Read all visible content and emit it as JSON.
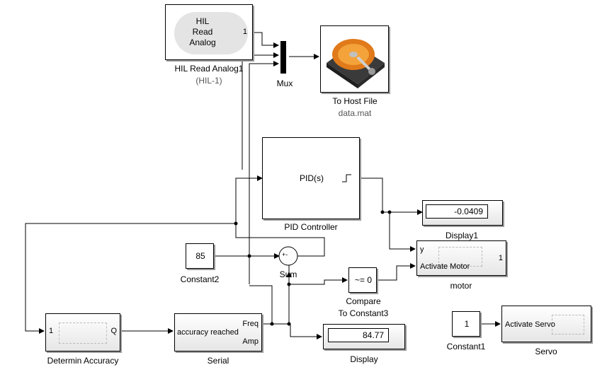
{
  "blocks": {
    "hil": {
      "line1": "HIL",
      "line2": "Read",
      "line3": "Analog",
      "port_out": "1",
      "name": "HIL Read Analog1",
      "subname": "(HIL-1)"
    },
    "mux": {
      "name": "Mux"
    },
    "to_host_file": {
      "name": "To Host File",
      "subname": "data.mat"
    },
    "pid": {
      "text": "PID(s)",
      "name": "PID Controller"
    },
    "display1": {
      "value": "-0.0409",
      "name": "Display1"
    },
    "motor": {
      "port_in1": "y",
      "port_in2": "Activate Motor",
      "port_out": "1",
      "name": "motor"
    },
    "constant2": {
      "value": "85",
      "name": "Constant2"
    },
    "sum": {
      "name": "Sum",
      "signs": "+-"
    },
    "compare": {
      "text": "~= 0",
      "name_line1": "Compare",
      "name_line2": "To Constant3"
    },
    "constant1": {
      "value": "1",
      "name": "Constant1"
    },
    "servo": {
      "port_in": "Activate Servo",
      "name": "Servo"
    },
    "accuracy": {
      "port_in": "1",
      "port_out": "Q",
      "name": "Determin Accuracy"
    },
    "serial": {
      "port_in": "accuracy reached",
      "port_out1": "Freq",
      "port_out2": "Amp",
      "name": "Serial"
    },
    "display": {
      "value": "84.77",
      "name": "Display"
    }
  }
}
